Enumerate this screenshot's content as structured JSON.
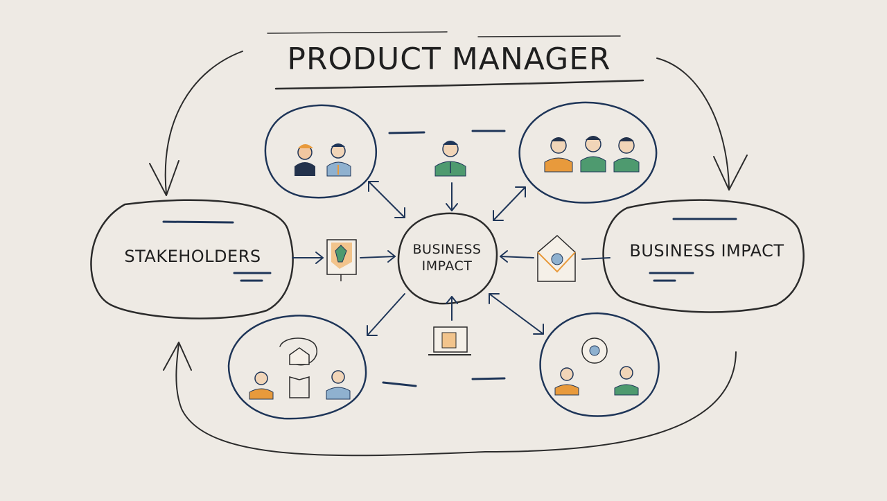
{
  "title": "PRODUCT MANAGER",
  "left_node": {
    "label": "STAKEHOLDERS"
  },
  "right_node": {
    "label": "BUSINESS IMPACT"
  },
  "center_node": {
    "line1": "BUSINESS",
    "line2": "IMPACT"
  },
  "colors": {
    "background": "#eeeae4",
    "ink": "#2b2b2b",
    "navy": "#1e3558",
    "orange": "#e89a3c",
    "green": "#4e9a6f",
    "blue": "#8fb1cf"
  },
  "icons": [
    "people-pair-icon",
    "single-person-icon",
    "team-of-three-icon",
    "document-icon",
    "envelope-icon",
    "laptop-icon",
    "house-meeting-icon",
    "target-icon"
  ]
}
